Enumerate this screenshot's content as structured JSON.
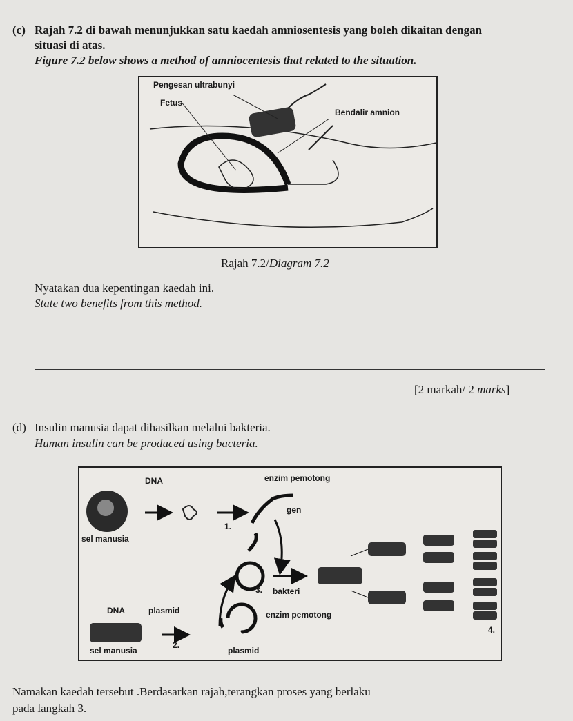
{
  "question_c": {
    "label": "(c)",
    "malay": "Rajah 7.2  di bawah menunjukkan satu kaedah amniosentesis yang boleh dikaitan dengan",
    "malay_cont": "situasi di atas.",
    "english": "Figure 7.2 below shows a method of amniocentesis that related to the situation.",
    "diagram_labels": {
      "probe": "Pengesan ultrabunyi",
      "fetus": "Fetus",
      "fluid": "Bendalir amnion"
    },
    "caption": "Rajah 7.2/",
    "caption_en": "Diagram 7.2",
    "prompt_malay": "Nyatakan dua kepentingan kaedah ini.",
    "prompt_english": "State two benefits from this method.",
    "marks": "[2 markah/ 2 ",
    "marks_en": "marks",
    "marks_end": "]"
  },
  "question_d": {
    "label": "(d)",
    "malay": "Insulin manusia dapat dihasilkan melalui bakteria.",
    "english": "Human insulin can be produced using bacteria.",
    "diagram_labels": {
      "dna_top": "DNA",
      "cell_top": "sel manusia",
      "enzyme_top": "enzim pemotong",
      "gene": "gen",
      "step1": "1.",
      "dna_bottom": "DNA",
      "plasmid_top": "plasmid",
      "cell_bottom": "sel manusia",
      "step2": "2.",
      "plasmid_bottom": "plasmid",
      "enzyme_bottom": "enzim pemotong",
      "step3": "3.",
      "bacteria": "bakteri",
      "step4": "4."
    },
    "prompt_line1": "Namakan kaedah tersebut .Berdasarkan rajah,terangkan proses yang berlaku",
    "prompt_line2": "pada langkah 3."
  }
}
